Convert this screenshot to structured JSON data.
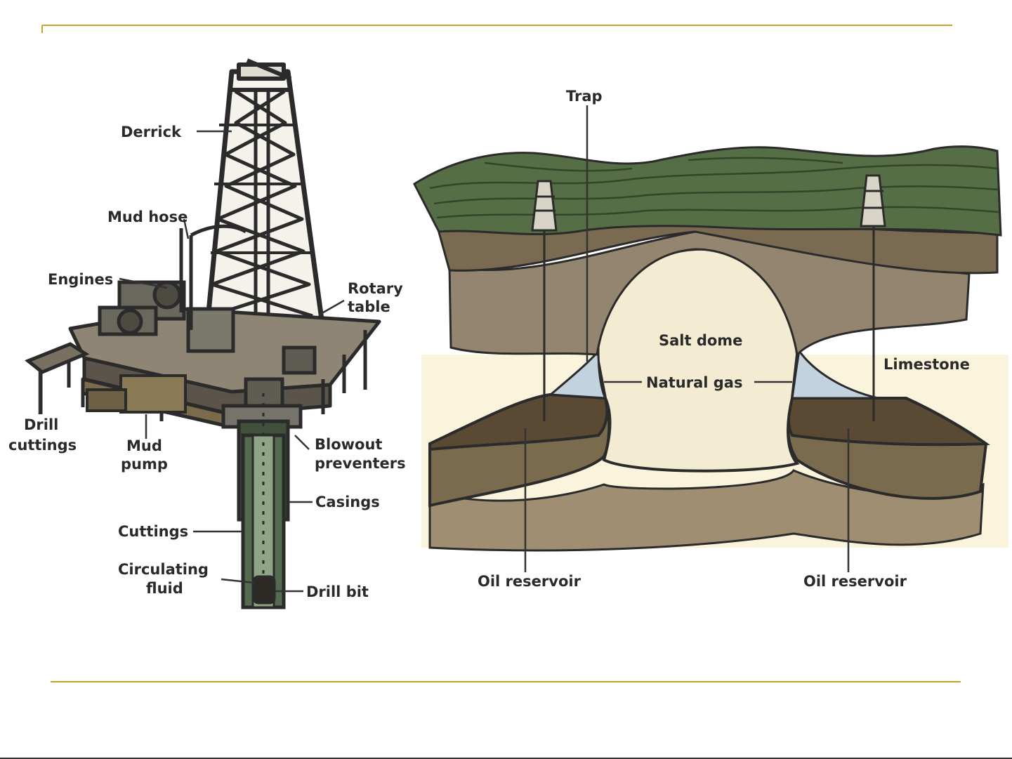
{
  "colors": {
    "rule": "#c9a227",
    "outline": "#2b2b2b",
    "steel": "#6b6a60",
    "deck": "#8e8575",
    "pipe": "#556b4f",
    "topsoil": "#566e45",
    "brown_layer": "#7b6a52",
    "gray_brown": "#948571",
    "salt_dome": "#f3ecd2",
    "limestone": "#faf4dd",
    "gas": "#c2d2de",
    "oil": "#5b4a33",
    "oil_lower": "#7a6a4e",
    "bottom_layer": "#a08e72"
  },
  "rig": {
    "labels": {
      "derrick": "Derrick",
      "mud_hose": "Mud hose",
      "engines": "Engines",
      "rotary_table_1": "Rotary",
      "rotary_table_2": "table",
      "drill_cuttings_1": "Drill",
      "drill_cuttings_2": "cuttings",
      "mud_pump_1": "Mud",
      "mud_pump_2": "pump",
      "blowout_preventers_1": "Blowout",
      "blowout_preventers_2": "preventers",
      "casings": "Casings",
      "cuttings": "Cuttings",
      "circulating_fluid_1": "Circulating",
      "circulating_fluid_2": "fluid",
      "drill_bit": "Drill bit"
    }
  },
  "dome": {
    "labels": {
      "trap": "Trap",
      "salt_dome": "Salt dome",
      "natural_gas": "Natural gas",
      "limestone": "Limestone",
      "oil_reservoir_left": "Oil reservoir",
      "oil_reservoir_right": "Oil reservoir"
    }
  }
}
